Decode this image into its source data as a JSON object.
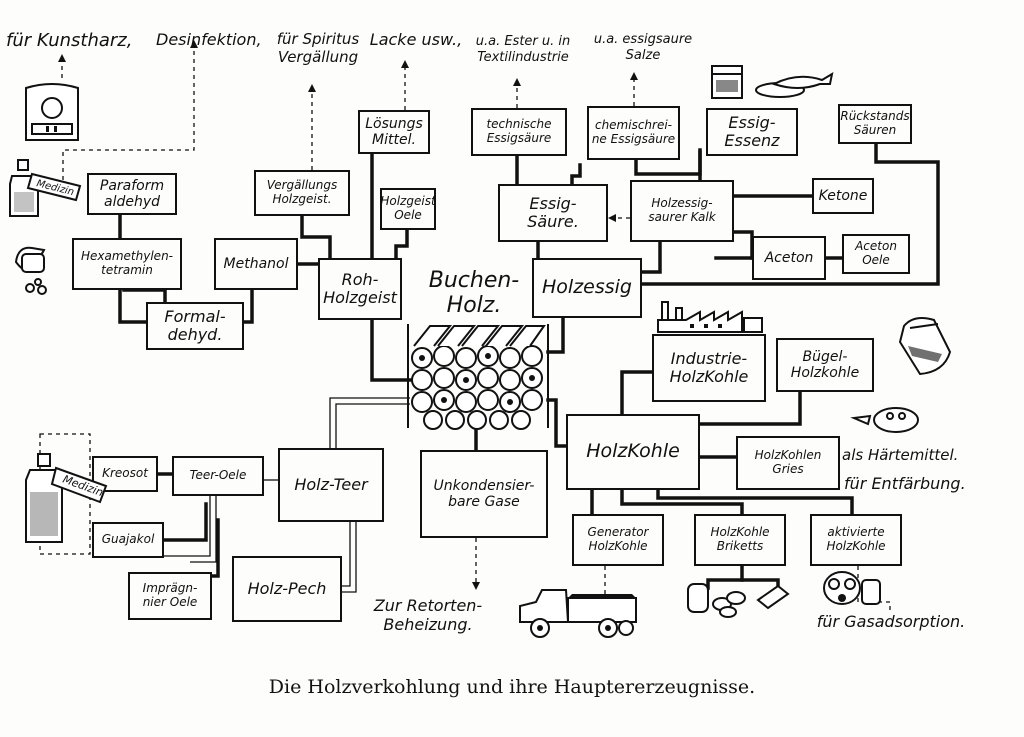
{
  "center": {
    "label": "Buchen-\nHolz."
  },
  "products": {
    "rohholzgeist": "Roh-\nHolzgeist",
    "holzessig": "Holzessig",
    "holzkohle": "HolzKohle",
    "methanol": "Methanol",
    "formaldehyd": "Formal-\ndehyd.",
    "hexamethylentetramin": "Hexamethylen-\ntetramin",
    "paraformaldehyd": "Paraform\naldehyd",
    "vergaellungs_holzgeist": "Vergällungs\nHolzgeist.",
    "loesungsmittel": "Lösungs\nMittel.",
    "holzgeist_oele": "Holzgeist\nOele",
    "essigsaeure": "Essig-\nSäure.",
    "technische_essigsaeure": "technische\nEssigsäure",
    "chemischreine_essigsaeure": "chemischrei-\nne Essigsäure",
    "essig_essenz": "Essig-\nEssenz",
    "holzessigsaurer_kalk": "Holzessig-\nsaurer Kalk",
    "ketone": "Ketone",
    "aceton": "Aceton",
    "aceton_oele": "Aceton\nOele",
    "rueckstand_saeuren": "Rückstands\nSäuren",
    "industrie_holzkohle": "Industrie-\nHolzKohle",
    "buegel_holzkohle": "Bügel-\nHolzkohle",
    "holzkohlen_gries": "HolzKohlen\nGries",
    "generator_holzkohle": "Generator\nHolzKohle",
    "holzkohle_briketts": "HolzKohle\nBriketts",
    "aktivierte_holzkohle": "aktivierte\nHolzKohle",
    "holz_teer": "Holz-Teer",
    "teer_oele": "Teer-Oele",
    "kreosot": "Kreosot",
    "guajakol": "Guajakol",
    "impraegnier_oele": "Imprägn-\nnier Oele",
    "holz_pech": "Holz-Pech",
    "unkondensierbare_gase": "Unkondensier-\nbare Gase"
  },
  "uses": {
    "kunstharz": "für Kunstharz,",
    "desinfektion": "Desinfektion,",
    "spiritus": "für Spiritus\nVergällung",
    "lacke": "Lacke usw.,",
    "textilindustrie": "u.a. Ester u. in\nTextilindustrie",
    "essigsaure_salze": "u.a. essigsaure\nSalze",
    "haertemittel": "als Härtemittel.",
    "entfaerbung": "für Entfärbung.",
    "retortenbeheizung": "Zur Retorten-\nBeheizung.",
    "gasadsorption": "für Gasadsorption."
  },
  "picture_labels": {
    "medizin_top": "Medizin",
    "medizin_bottom": "Medizin"
  },
  "caption": "Die Holzverkohlung und ihre Hauptererzeugnisse."
}
